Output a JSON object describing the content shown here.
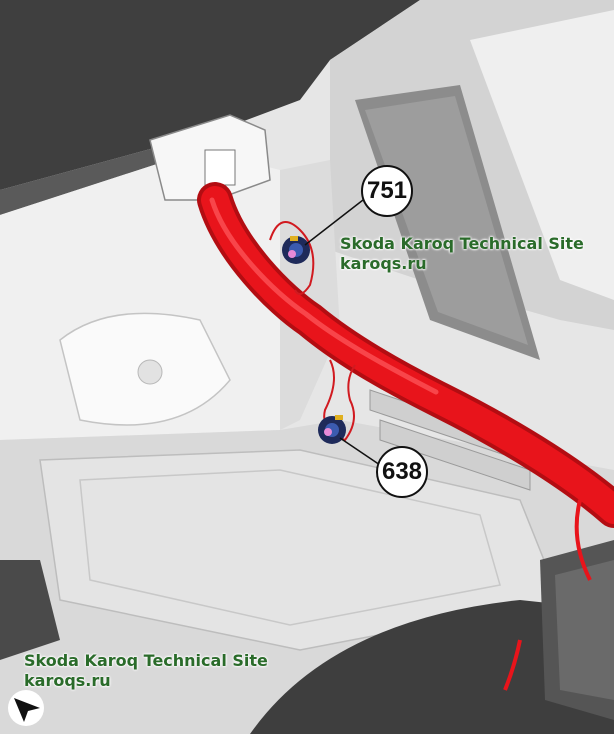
{
  "watermark_top": {
    "line1": "Skoda Karoq Technical Site",
    "line2": "karoqs.ru"
  },
  "watermark_bottom": {
    "line1": "Skoda Karoq Technical Site",
    "line2": "karoqs.ru"
  },
  "callouts": {
    "c751": "751",
    "c638": "638"
  },
  "colors": {
    "cable": "#e8141b",
    "background": "#e9e9e9",
    "watermark": "#2a6b2a"
  },
  "nav_icon": "navigation-arrow-icon"
}
